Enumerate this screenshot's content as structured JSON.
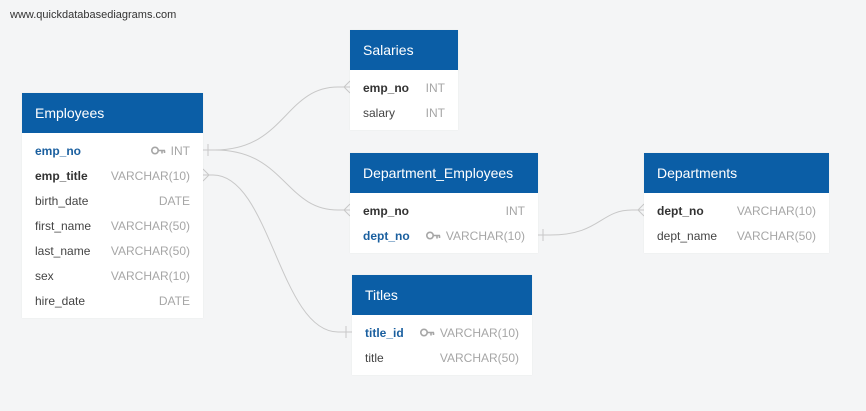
{
  "watermark": "www.quickdatabasediagrams.com",
  "colors": {
    "header": "#0b5ea6",
    "primary_key_text": "#1a5f9f",
    "type_text": "#a6a6a6",
    "connector": "#c8c8c8",
    "background": "#f4f5f6"
  },
  "tables": {
    "employees": {
      "title": "Employees",
      "fields": [
        {
          "name": "emp_no",
          "type": "INT",
          "primary_key": true
        },
        {
          "name": "emp_title",
          "type": "VARCHAR(10)"
        },
        {
          "name": "birth_date",
          "type": "DATE"
        },
        {
          "name": "first_name",
          "type": "VARCHAR(50)"
        },
        {
          "name": "last_name",
          "type": "VARCHAR(50)"
        },
        {
          "name": "sex",
          "type": "VARCHAR(10)"
        },
        {
          "name": "hire_date",
          "type": "DATE"
        }
      ]
    },
    "salaries": {
      "title": "Salaries",
      "fields": [
        {
          "name": "emp_no",
          "type": "INT"
        },
        {
          "name": "salary",
          "type": "INT"
        }
      ]
    },
    "department_employees": {
      "title": "Department_Employees",
      "fields": [
        {
          "name": "emp_no",
          "type": "INT"
        },
        {
          "name": "dept_no",
          "type": "VARCHAR(10)",
          "primary_key": true
        }
      ]
    },
    "departments": {
      "title": "Departments",
      "fields": [
        {
          "name": "dept_no",
          "type": "VARCHAR(10)"
        },
        {
          "name": "dept_name",
          "type": "VARCHAR(50)"
        }
      ]
    },
    "titles": {
      "title": "Titles",
      "fields": [
        {
          "name": "title_id",
          "type": "VARCHAR(10)",
          "primary_key": true
        },
        {
          "name": "title",
          "type": "VARCHAR(50)"
        }
      ]
    }
  },
  "relationships": [
    {
      "from": "Employees.emp_no",
      "to": "Salaries.emp_no",
      "cardinality": "one-to-many"
    },
    {
      "from": "Employees.emp_no",
      "to": "Department_Employees.emp_no",
      "cardinality": "one-to-many"
    },
    {
      "from": "Employees.emp_title",
      "to": "Titles.title_id",
      "cardinality": "many-to-one"
    },
    {
      "from": "Department_Employees.dept_no",
      "to": "Departments.dept_no",
      "cardinality": "one-to-many"
    }
  ]
}
